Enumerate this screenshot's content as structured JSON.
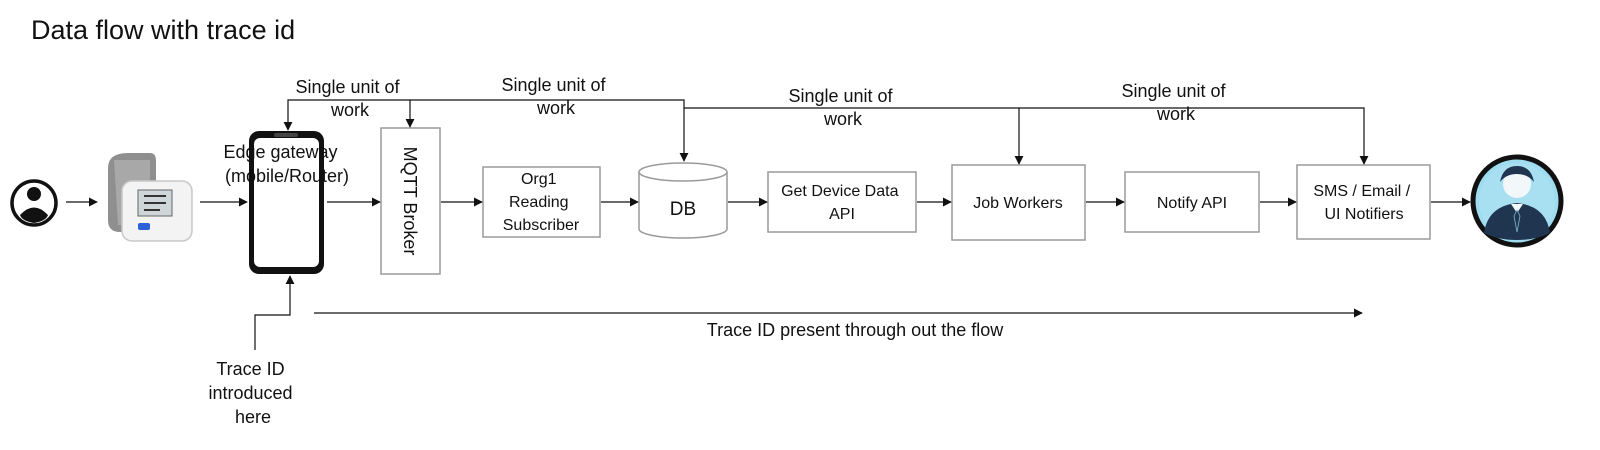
{
  "title": "Data flow with trace id",
  "icons": {
    "user": "person-icon",
    "device": "blood-pressure-monitor-icon",
    "phone": "smartphone-icon",
    "recipient": "businessman-avatar-icon"
  },
  "nodes": {
    "edge_gateway": [
      "Edge gateway",
      "(mobile/Router)"
    ],
    "mqtt_broker": "MQTT Broker",
    "reading_subscriber": [
      "Org1",
      "Reading",
      "Subscriber"
    ],
    "db": "DB",
    "get_device_data_api": [
      "Get Device Data",
      "API"
    ],
    "job_workers": "Job Workers",
    "notify_api": "Notify API",
    "notifiers": [
      "SMS / Email /",
      "UI Notifiers"
    ]
  },
  "units_of_work": [
    [
      "Single unit of",
      "work"
    ],
    [
      "Single unit of",
      "work"
    ],
    [
      "Single unit of",
      "work"
    ],
    [
      "Single unit of",
      "work"
    ]
  ],
  "trace_intro": [
    "Trace ID",
    "introduced",
    "here"
  ],
  "trace_flow": "Trace ID present through out the flow",
  "colors": {
    "box_border": "#9a9a9a",
    "avatar_ring": "#111111",
    "avatar_fill": "#9fdcf0",
    "suit": "#1f3550"
  }
}
